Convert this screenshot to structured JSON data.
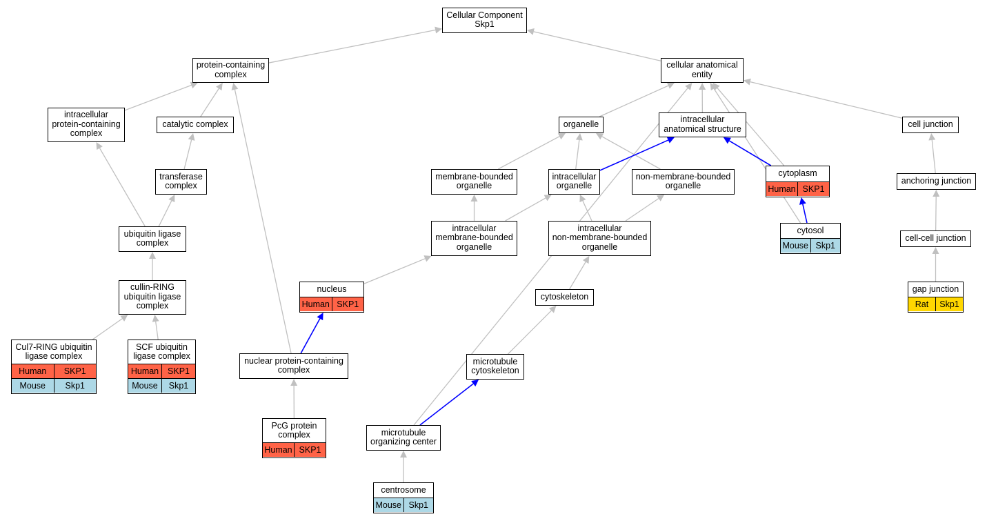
{
  "colors": {
    "Human": "#ff6347",
    "Mouse": "#add8e6",
    "Rat": "#ffd700",
    "grey_edge": "#c0c0c0",
    "blue_edge": "#0000ff"
  },
  "nodes": {
    "root": {
      "label": "Cellular Component\nSkp1"
    },
    "protein_containing_complex": {
      "label": "protein-containing\ncomplex"
    },
    "cellular_anatomical_entity": {
      "label": "cellular anatomical\nentity"
    },
    "intracellular_protein_containing_complex": {
      "label": "intracellular\nprotein-containing\ncomplex"
    },
    "catalytic_complex": {
      "label": "catalytic complex"
    },
    "organelle": {
      "label": "organelle"
    },
    "intracellular_anatomical_structure": {
      "label": "intracellular\nanatomical structure"
    },
    "cell_junction": {
      "label": "cell junction"
    },
    "transferase_complex": {
      "label": "transferase\ncomplex"
    },
    "membrane_bounded_organelle": {
      "label": "membrane-bounded\norganelle"
    },
    "intracellular_organelle": {
      "label": "intracellular\norganelle"
    },
    "non_membrane_bounded_organelle": {
      "label": "non-membrane-bounded\norganelle"
    },
    "cytoplasm": {
      "label": "cytoplasm",
      "rows": [
        [
          "Human",
          "SKP1"
        ]
      ]
    },
    "anchoring_junction": {
      "label": "anchoring junction"
    },
    "ubiquitin_ligase_complex": {
      "label": "ubiquitin ligase\ncomplex"
    },
    "intracellular_membrane_bounded_organelle": {
      "label": "intracellular\nmembrane-bounded\norganelle"
    },
    "intracellular_non_membrane_bounded_organelle": {
      "label": "intracellular\nnon-membrane-bounded\norganelle"
    },
    "cytosol": {
      "label": "cytosol",
      "rows": [
        [
          "Mouse",
          "Skp1"
        ]
      ]
    },
    "cell_cell_junction": {
      "label": "cell-cell junction"
    },
    "cullin_ring": {
      "label": "cullin-RING\nubiquitin ligase\ncomplex"
    },
    "nucleus": {
      "label": "nucleus",
      "rows": [
        [
          "Human",
          "SKP1"
        ]
      ]
    },
    "cytoskeleton": {
      "label": "cytoskeleton"
    },
    "gap_junction": {
      "label": "gap junction",
      "rows": [
        [
          "Rat",
          "Skp1"
        ]
      ]
    },
    "cul7_ring": {
      "label": "Cul7-RING ubiquitin\nligase complex",
      "rows": [
        [
          "Human",
          "SKP1"
        ],
        [
          "Mouse",
          "Skp1"
        ]
      ]
    },
    "scf_ubiquitin": {
      "label": "SCF ubiquitin\nligase complex",
      "rows": [
        [
          "Human",
          "SKP1"
        ],
        [
          "Mouse",
          "Skp1"
        ]
      ]
    },
    "nuclear_protein_containing_complex": {
      "label": "nuclear protein-containing\ncomplex"
    },
    "microtubule_cytoskeleton": {
      "label": "microtubule\ncytoskeleton"
    },
    "pcg_protein_complex": {
      "label": "PcG protein\ncomplex",
      "rows": [
        [
          "Human",
          "SKP1"
        ]
      ]
    },
    "microtubule_organizing_center": {
      "label": "microtubule\norganizing center"
    },
    "centrosome": {
      "label": "centrosome",
      "rows": [
        [
          "Mouse",
          "Skp1"
        ]
      ]
    }
  },
  "edges": [
    [
      "protein_containing_complex",
      "root",
      "grey"
    ],
    [
      "cellular_anatomical_entity",
      "root",
      "grey"
    ],
    [
      "intracellular_protein_containing_complex",
      "protein_containing_complex",
      "grey"
    ],
    [
      "catalytic_complex",
      "protein_containing_complex",
      "grey"
    ],
    [
      "nuclear_protein_containing_complex",
      "protein_containing_complex",
      "grey"
    ],
    [
      "organelle",
      "cellular_anatomical_entity",
      "grey"
    ],
    [
      "intracellular_anatomical_structure",
      "cellular_anatomical_entity",
      "grey"
    ],
    [
      "cell_junction",
      "cellular_anatomical_entity",
      "grey"
    ],
    [
      "cytoplasm",
      "cellular_anatomical_entity",
      "grey"
    ],
    [
      "cytosol",
      "cellular_anatomical_entity",
      "grey"
    ],
    [
      "microtubule_organizing_center",
      "cellular_anatomical_entity",
      "grey"
    ],
    [
      "transferase_complex",
      "catalytic_complex",
      "grey"
    ],
    [
      "ubiquitin_ligase_complex",
      "transferase_complex",
      "grey"
    ],
    [
      "ubiquitin_ligase_complex",
      "intracellular_protein_containing_complex",
      "grey"
    ],
    [
      "cullin_ring",
      "ubiquitin_ligase_complex",
      "grey"
    ],
    [
      "cul7_ring",
      "cullin_ring",
      "grey"
    ],
    [
      "scf_ubiquitin",
      "cullin_ring",
      "grey"
    ],
    [
      "membrane_bounded_organelle",
      "organelle",
      "grey"
    ],
    [
      "intracellular_organelle",
      "organelle",
      "grey"
    ],
    [
      "non_membrane_bounded_organelle",
      "organelle",
      "grey"
    ],
    [
      "intracellular_organelle",
      "intracellular_anatomical_structure",
      "blue"
    ],
    [
      "cytoplasm",
      "intracellular_anatomical_structure",
      "blue"
    ],
    [
      "cytosol",
      "cytoplasm",
      "blue"
    ],
    [
      "intracellular_membrane_bounded_organelle",
      "membrane_bounded_organelle",
      "grey"
    ],
    [
      "intracellular_membrane_bounded_organelle",
      "intracellular_organelle",
      "grey"
    ],
    [
      "intracellular_non_membrane_bounded_organelle",
      "intracellular_organelle",
      "grey"
    ],
    [
      "intracellular_non_membrane_bounded_organelle",
      "non_membrane_bounded_organelle",
      "grey"
    ],
    [
      "nucleus",
      "intracellular_membrane_bounded_organelle",
      "grey"
    ],
    [
      "cytoskeleton",
      "intracellular_non_membrane_bounded_organelle",
      "grey"
    ],
    [
      "microtubule_cytoskeleton",
      "cytoskeleton",
      "grey"
    ],
    [
      "microtubule_organizing_center",
      "microtubule_cytoskeleton",
      "blue"
    ],
    [
      "centrosome",
      "microtubule_organizing_center",
      "grey"
    ],
    [
      "nuclear_protein_containing_complex",
      "nucleus",
      "blue"
    ],
    [
      "pcg_protein_complex",
      "nuclear_protein_containing_complex",
      "grey"
    ],
    [
      "anchoring_junction",
      "cell_junction",
      "grey"
    ],
    [
      "cell_cell_junction",
      "anchoring_junction",
      "grey"
    ],
    [
      "gap_junction",
      "cell_cell_junction",
      "grey"
    ]
  ]
}
